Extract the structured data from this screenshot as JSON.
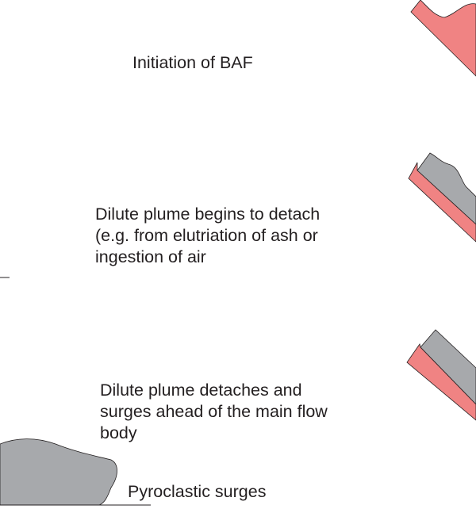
{
  "stages": [
    {
      "text": "Initiation of BAF"
    },
    {
      "text": "Dilute plume begins to detach\n(e.g. from elutriation of ash or\ningestion of air"
    },
    {
      "text": "Dilute plume detaches and\nsurges ahead of the main flow\nbody"
    },
    {
      "text": "Pyroclastic surges"
    }
  ],
  "colors": {
    "dense_flow": "#f08383",
    "dilute_plume": "#a7a9ac",
    "outline": "#231f20",
    "text": "#231f20"
  }
}
